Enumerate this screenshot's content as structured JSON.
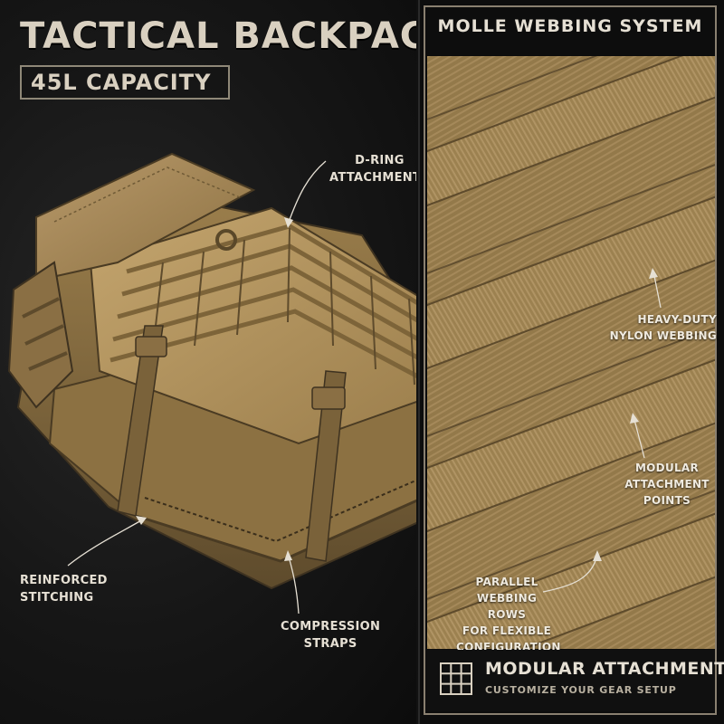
{
  "left": {
    "title": "TACTICAL BACKPACK",
    "capacity": "45L CAPACITY",
    "callouts": {
      "d_ring": [
        "D-RING",
        "ATTACHMENTS"
      ],
      "stitching": [
        "REINFORCED",
        "STITCHING"
      ],
      "compression": [
        "COMPRESSION",
        "STRAPS"
      ]
    }
  },
  "right": {
    "title": "MOLLE WEBBING SYSTEM",
    "callouts": {
      "nylon": [
        "HEAVY-DUTY",
        "NYLON WEBBING"
      ],
      "modular": [
        "MODULAR",
        "ATTACHMENT",
        "POINTS"
      ],
      "parallel": [
        "PARALLEL",
        "WEBBING ROWS",
        "FOR FLEXIBLE",
        "CONFIGURATION"
      ]
    },
    "footer": {
      "title": "MODULAR ATTACHMENT",
      "subtitle": "CUSTOMIZE YOUR GEAR SETUP",
      "icon": "grid-icon"
    }
  },
  "colors": {
    "coyote_tan": "#a88a55",
    "tan_dark": "#6f5a36",
    "tan_light": "#c2a671",
    "text_light": "#e6e0d4",
    "background": "#111111"
  }
}
